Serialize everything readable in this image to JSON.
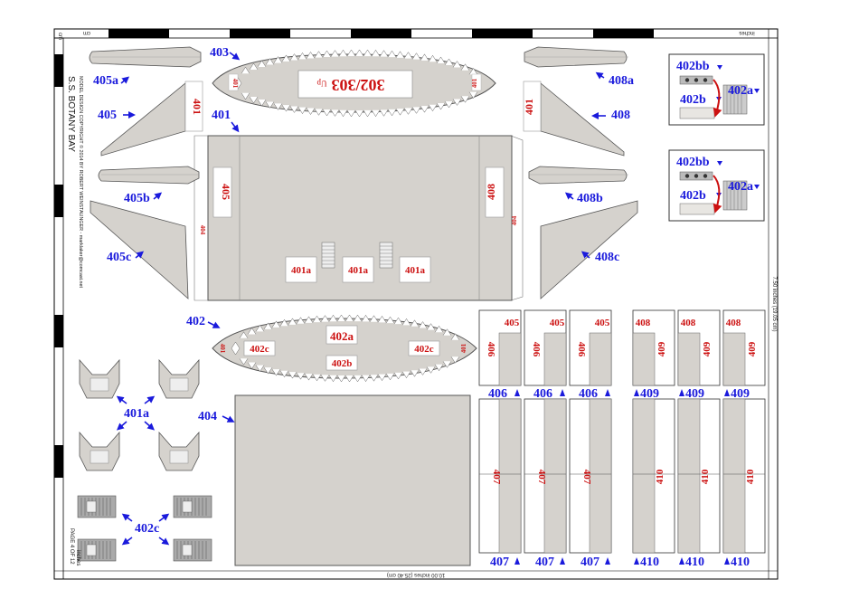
{
  "sheet": {
    "title": "S.S. BOTANY BAY",
    "copyright": "MODEL DESIGN COPYRIGHT © 2014 BY ROBERT WEINSTAUNGER - marklaker@comcast.net",
    "page": "PAGE 4 OF 12",
    "units_inches": "inches",
    "units_cm": "cm",
    "scale_h": "10.00 inches (25.40 cm)",
    "scale_v": "7.50 inches (19.05 cm)"
  },
  "labels": {
    "p403": "403",
    "p401": "401",
    "p402": "402",
    "p404": "404",
    "p405a": "405a",
    "p405": "405",
    "p405b": "405b",
    "p405c": "405c",
    "p408a": "408a",
    "p408": "408",
    "p408b": "408b",
    "p408c": "408c",
    "p401a": "401a",
    "p402c": "402c",
    "p402bb": "402bb",
    "p402a": "402a",
    "p402b": "402b",
    "p406": "406",
    "p407": "407",
    "p409": "409",
    "p410": "410"
  },
  "inner": {
    "s302": "302/303",
    "up": "Up",
    "s401": "401",
    "s405": "405",
    "s408": "408",
    "s404": "404",
    "s401a": "401a",
    "s402a": "402a",
    "s402b": "402b",
    "s402c": "402c",
    "s405t": "405",
    "s406": "406",
    "s407": "407",
    "s408t": "408",
    "s409": "409",
    "s410": "410"
  },
  "colors": {
    "part": "#d5d2cd",
    "label": "#1a1adc",
    "print": "#cc1111",
    "line": "#555555"
  }
}
